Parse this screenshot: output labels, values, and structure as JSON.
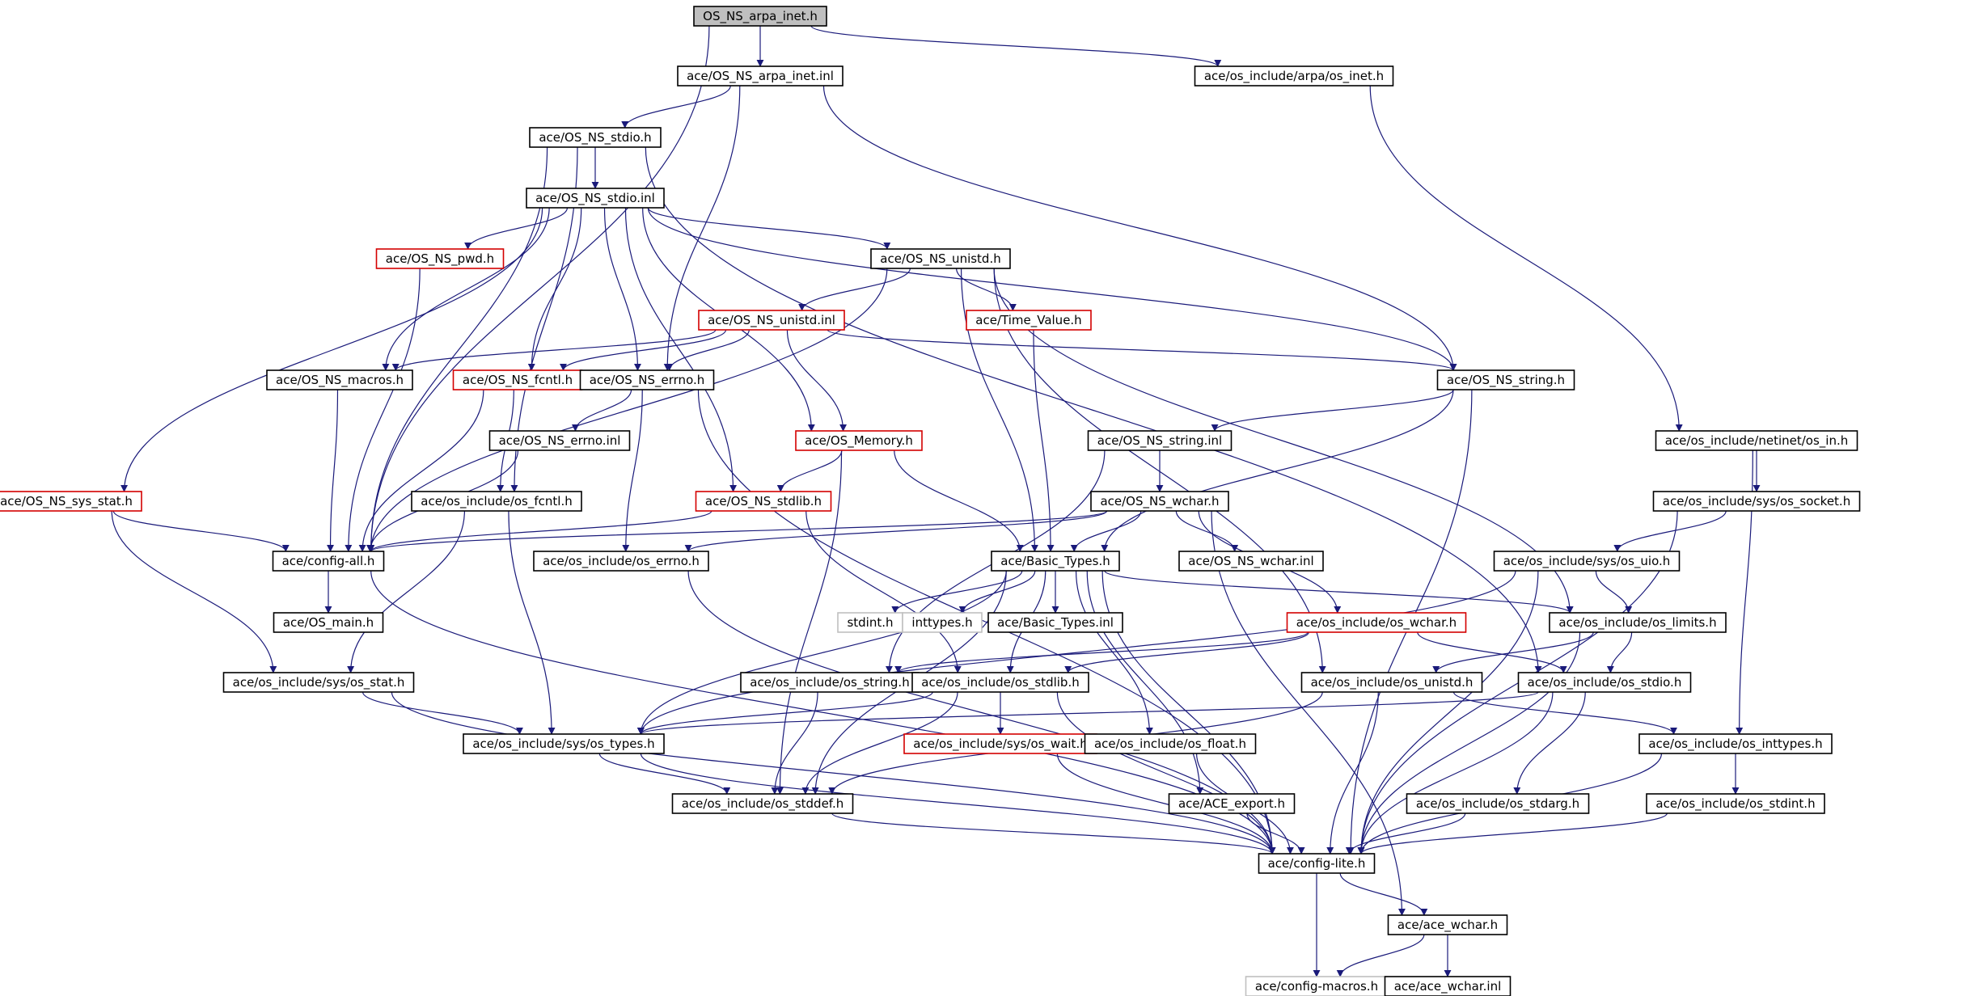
{
  "colors": {
    "edge": "#1a1a7a",
    "border_normal": "#000000",
    "border_truncated": "#d40000",
    "border_external": "#c0c0c0",
    "root_fill": "#bfbfbf",
    "fill": "#ffffff",
    "text": "#000000"
  },
  "nodes": [
    {
      "id": "root",
      "label": "OS_NS_arpa_inet.h",
      "kind": "root"
    },
    {
      "id": "arpa_inl",
      "label": "ace/OS_NS_arpa_inet.inl",
      "kind": "normal"
    },
    {
      "id": "os_inet",
      "label": "ace/os_include/arpa/os_inet.h",
      "kind": "normal"
    },
    {
      "id": "stdio_h",
      "label": "ace/OS_NS_stdio.h",
      "kind": "normal"
    },
    {
      "id": "stdio_inl",
      "label": "ace/OS_NS_stdio.inl",
      "kind": "normal"
    },
    {
      "id": "pwd",
      "label": "ace/OS_NS_pwd.h",
      "kind": "truncated"
    },
    {
      "id": "unistd_h",
      "label": "ace/OS_NS_unistd.h",
      "kind": "normal"
    },
    {
      "id": "unistd_inl",
      "label": "ace/OS_NS_unistd.inl",
      "kind": "truncated"
    },
    {
      "id": "timevalue",
      "label": "ace/Time_Value.h",
      "kind": "truncated"
    },
    {
      "id": "macros",
      "label": "ace/OS_NS_macros.h",
      "kind": "normal"
    },
    {
      "id": "fcntl",
      "label": "ace/OS_NS_fcntl.h",
      "kind": "truncated"
    },
    {
      "id": "errno_h",
      "label": "ace/OS_NS_errno.h",
      "kind": "normal"
    },
    {
      "id": "string_h",
      "label": "ace/OS_NS_string.h",
      "kind": "normal"
    },
    {
      "id": "errno_inl",
      "label": "ace/OS_NS_errno.inl",
      "kind": "normal"
    },
    {
      "id": "memory",
      "label": "ace/OS_Memory.h",
      "kind": "truncated"
    },
    {
      "id": "string_inl",
      "label": "ace/OS_NS_string.inl",
      "kind": "normal"
    },
    {
      "id": "netinet",
      "label": "ace/os_include/netinet/os_in.h",
      "kind": "normal"
    },
    {
      "id": "sys_stat",
      "label": "ace/OS_NS_sys_stat.h",
      "kind": "truncated"
    },
    {
      "id": "os_fcntl",
      "label": "ace/os_include/os_fcntl.h",
      "kind": "normal"
    },
    {
      "id": "stdlib",
      "label": "ace/OS_NS_stdlib.h",
      "kind": "truncated"
    },
    {
      "id": "wchar_h",
      "label": "ace/OS_NS_wchar.h",
      "kind": "normal"
    },
    {
      "id": "os_socket",
      "label": "ace/os_include/sys/os_socket.h",
      "kind": "normal"
    },
    {
      "id": "config_all",
      "label": "ace/config-all.h",
      "kind": "normal"
    },
    {
      "id": "os_errno",
      "label": "ace/os_include/os_errno.h",
      "kind": "normal"
    },
    {
      "id": "basic_types",
      "label": "ace/Basic_Types.h",
      "kind": "normal"
    },
    {
      "id": "wchar_inl",
      "label": "ace/OS_NS_wchar.inl",
      "kind": "normal"
    },
    {
      "id": "os_uio",
      "label": "ace/os_include/sys/os_uio.h",
      "kind": "normal"
    },
    {
      "id": "os_main",
      "label": "ace/OS_main.h",
      "kind": "normal"
    },
    {
      "id": "stdint",
      "label": "stdint.h",
      "kind": "external"
    },
    {
      "id": "inttypes",
      "label": "inttypes.h",
      "kind": "external"
    },
    {
      "id": "bt_inl",
      "label": "ace/Basic_Types.inl",
      "kind": "normal"
    },
    {
      "id": "os_wchar",
      "label": "ace/os_include/os_wchar.h",
      "kind": "truncated"
    },
    {
      "id": "os_limits",
      "label": "ace/os_include/os_limits.h",
      "kind": "normal"
    },
    {
      "id": "os_sys_stat",
      "label": "ace/os_include/sys/os_stat.h",
      "kind": "normal"
    },
    {
      "id": "os_string",
      "label": "ace/os_include/os_string.h",
      "kind": "normal"
    },
    {
      "id": "os_stdlib",
      "label": "ace/os_include/os_stdlib.h",
      "kind": "normal"
    },
    {
      "id": "os_unistd",
      "label": "ace/os_include/os_unistd.h",
      "kind": "normal"
    },
    {
      "id": "os_stdio",
      "label": "ace/os_include/os_stdio.h",
      "kind": "normal"
    },
    {
      "id": "os_types",
      "label": "ace/os_include/sys/os_types.h",
      "kind": "normal"
    },
    {
      "id": "os_wait",
      "label": "ace/os_include/sys/os_wait.h",
      "kind": "truncated"
    },
    {
      "id": "os_float",
      "label": "ace/os_include/os_float.h",
      "kind": "normal"
    },
    {
      "id": "os_inttypes",
      "label": "ace/os_include/os_inttypes.h",
      "kind": "normal"
    },
    {
      "id": "os_stddef",
      "label": "ace/os_include/os_stddef.h",
      "kind": "normal"
    },
    {
      "id": "ace_export",
      "label": "ace/ACE_export.h",
      "kind": "normal"
    },
    {
      "id": "os_stdarg",
      "label": "ace/os_include/os_stdarg.h",
      "kind": "normal"
    },
    {
      "id": "os_stdint",
      "label": "ace/os_include/os_stdint.h",
      "kind": "normal"
    },
    {
      "id": "config_lite",
      "label": "ace/config-lite.h",
      "kind": "normal"
    },
    {
      "id": "ace_wchar_h",
      "label": "ace/ace_wchar.h",
      "kind": "normal"
    },
    {
      "id": "config_macros",
      "label": "ace/config-macros.h",
      "kind": "external"
    },
    {
      "id": "ace_wchar_inl",
      "label": "ace/ace_wchar.inl",
      "kind": "normal"
    }
  ],
  "edges": [
    [
      "root",
      "arpa_inl"
    ],
    [
      "root",
      "os_inet"
    ],
    [
      "root",
      "config_all"
    ],
    [
      "arpa_inl",
      "stdio_h"
    ],
    [
      "arpa_inl",
      "errno_h"
    ],
    [
      "arpa_inl",
      "string_h"
    ],
    [
      "os_inet",
      "netinet"
    ],
    [
      "stdio_h",
      "stdio_inl"
    ],
    [
      "stdio_h",
      "config_all"
    ],
    [
      "stdio_h",
      "os_fcntl"
    ],
    [
      "stdio_h",
      "os_stdio"
    ],
    [
      "stdio_inl",
      "pwd"
    ],
    [
      "stdio_inl",
      "unistd_h"
    ],
    [
      "stdio_inl",
      "macros"
    ],
    [
      "stdio_inl",
      "fcntl"
    ],
    [
      "stdio_inl",
      "errno_h"
    ],
    [
      "stdio_inl",
      "memory"
    ],
    [
      "stdio_inl",
      "stdlib"
    ],
    [
      "stdio_inl",
      "sys_stat"
    ],
    [
      "stdio_inl",
      "string_h"
    ],
    [
      "pwd",
      "config_all"
    ],
    [
      "unistd_h",
      "unistd_inl"
    ],
    [
      "unistd_h",
      "timevalue"
    ],
    [
      "unistd_h",
      "basic_types"
    ],
    [
      "unistd_h",
      "config_all"
    ],
    [
      "unistd_h",
      "os_unistd"
    ],
    [
      "unistd_h",
      "os_limits"
    ],
    [
      "unistd_inl",
      "macros"
    ],
    [
      "unistd_inl",
      "fcntl"
    ],
    [
      "unistd_inl",
      "errno_h"
    ],
    [
      "unistd_inl",
      "memory"
    ],
    [
      "unistd_inl",
      "string_h"
    ],
    [
      "timevalue",
      "basic_types"
    ],
    [
      "macros",
      "config_all"
    ],
    [
      "fcntl",
      "config_all"
    ],
    [
      "fcntl",
      "os_fcntl"
    ],
    [
      "errno_h",
      "errno_inl"
    ],
    [
      "errno_h",
      "os_errno"
    ],
    [
      "errno_h",
      "config_lite"
    ],
    [
      "string_h",
      "string_inl"
    ],
    [
      "string_h",
      "basic_types"
    ],
    [
      "string_h",
      "config_lite"
    ],
    [
      "errno_inl",
      "config_all"
    ],
    [
      "memory",
      "stdlib"
    ],
    [
      "memory",
      "basic_types"
    ],
    [
      "memory",
      "os_stddef"
    ],
    [
      "string_inl",
      "wchar_h"
    ],
    [
      "string_inl",
      "os_string"
    ],
    [
      "netinet",
      "os_socket"
    ],
    [
      "netinet",
      "os_inttypes"
    ],
    [
      "sys_stat",
      "config_all"
    ],
    [
      "sys_stat",
      "os_sys_stat"
    ],
    [
      "os_fcntl",
      "os_sys_stat"
    ],
    [
      "os_fcntl",
      "os_types"
    ],
    [
      "stdlib",
      "config_all"
    ],
    [
      "stdlib",
      "os_stdlib"
    ],
    [
      "wchar_h",
      "config_all"
    ],
    [
      "wchar_h",
      "os_errno"
    ],
    [
      "wchar_h",
      "basic_types"
    ],
    [
      "wchar_h",
      "wchar_inl"
    ],
    [
      "wchar_h",
      "os_wchar"
    ],
    [
      "wchar_h",
      "ace_wchar_h"
    ],
    [
      "os_socket",
      "os_uio"
    ],
    [
      "os_socket",
      "config_lite"
    ],
    [
      "config_all",
      "os_main"
    ],
    [
      "config_all",
      "config_lite"
    ],
    [
      "os_errno",
      "config_lite"
    ],
    [
      "basic_types",
      "stdint"
    ],
    [
      "basic_types",
      "inttypes"
    ],
    [
      "basic_types",
      "bt_inl"
    ],
    [
      "basic_types",
      "os_limits"
    ],
    [
      "basic_types",
      "os_types"
    ],
    [
      "basic_types",
      "os_stddef"
    ],
    [
      "basic_types",
      "os_stdlib"
    ],
    [
      "basic_types",
      "os_float"
    ],
    [
      "basic_types",
      "ace_export"
    ],
    [
      "basic_types",
      "config_lite"
    ],
    [
      "os_uio",
      "os_types"
    ],
    [
      "os_uio",
      "os_limits"
    ],
    [
      "os_uio",
      "config_lite"
    ],
    [
      "os_wchar",
      "os_string"
    ],
    [
      "os_wchar",
      "os_stdlib"
    ],
    [
      "os_wchar",
      "os_stdio"
    ],
    [
      "os_limits",
      "os_unistd"
    ],
    [
      "os_limits",
      "os_stdio"
    ],
    [
      "os_limits",
      "config_lite"
    ],
    [
      "os_sys_stat",
      "os_types"
    ],
    [
      "os_sys_stat",
      "config_lite"
    ],
    [
      "os_string",
      "os_stddef"
    ],
    [
      "os_stdlib",
      "os_types"
    ],
    [
      "os_stdlib",
      "os_stddef"
    ],
    [
      "os_stdlib",
      "os_wait"
    ],
    [
      "os_stdlib",
      "config_lite"
    ],
    [
      "os_unistd",
      "os_inttypes"
    ],
    [
      "os_unistd",
      "os_stddef"
    ],
    [
      "os_unistd",
      "config_lite"
    ],
    [
      "os_stdio",
      "os_types"
    ],
    [
      "os_stdio",
      "os_stdarg"
    ],
    [
      "os_stdio",
      "config_lite"
    ],
    [
      "os_types",
      "os_stddef"
    ],
    [
      "os_types",
      "config_lite"
    ],
    [
      "os_wait",
      "config_lite"
    ],
    [
      "os_float",
      "config_lite"
    ],
    [
      "os_inttypes",
      "os_stdint"
    ],
    [
      "os_inttypes",
      "config_lite"
    ],
    [
      "os_stddef",
      "config_lite"
    ],
    [
      "ace_export",
      "config_lite"
    ],
    [
      "os_stdarg",
      "config_lite"
    ],
    [
      "os_stdint",
      "config_lite"
    ],
    [
      "config_lite",
      "config_macros"
    ],
    [
      "config_lite",
      "ace_wchar_h"
    ],
    [
      "ace_wchar_h",
      "config_macros"
    ],
    [
      "ace_wchar_h",
      "ace_wchar_inl"
    ]
  ]
}
